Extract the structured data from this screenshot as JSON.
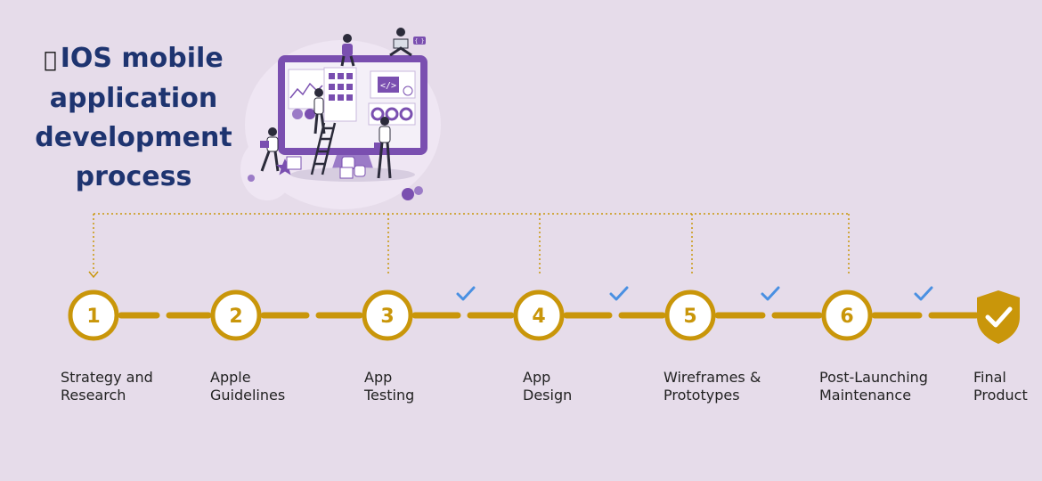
{
  "title": {
    "apple_icon": "apple-logo-icon",
    "line1": "IOS mobile",
    "line2": "application",
    "line3": "development",
    "line4": "process"
  },
  "illustration": {
    "code_tag": "</>",
    "small_tag": "{ }"
  },
  "colors": {
    "accent": "#c9960a",
    "check": "#4a90e2",
    "title": "#1e3470",
    "background": "#e6dcea",
    "illustration": "#7a4fb0"
  },
  "steps": [
    {
      "number": "1",
      "label": "Strategy and\nResearch"
    },
    {
      "number": "2",
      "label": "Apple\nGuidelines"
    },
    {
      "number": "3",
      "label": "App\nTesting"
    },
    {
      "number": "4",
      "label": "App\nDesign"
    },
    {
      "number": "5",
      "label": "Wireframes &\nPrototypes"
    },
    {
      "number": "6",
      "label": "Post-Launching\nMaintenance"
    },
    {
      "number": "",
      "label": "Final\nProduct",
      "icon": "shield-check-icon"
    }
  ]
}
